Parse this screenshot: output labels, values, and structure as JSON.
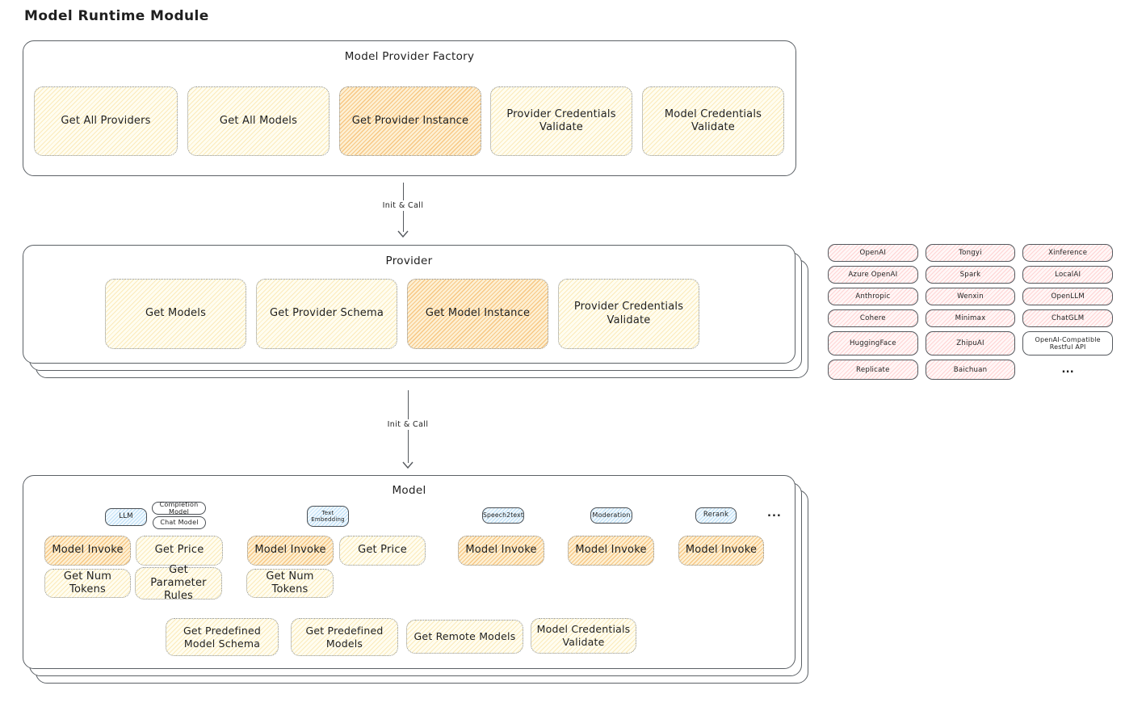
{
  "title": "Model Runtime Module",
  "colors": {
    "function_fill": "#fff9db",
    "highlight_fill": "#ffd8a8",
    "provider_chip_fill": "#ffe3e3",
    "tag_fill": "#d0ebff",
    "stroke": "#55595e"
  },
  "factory": {
    "title": "Model Provider Factory",
    "items": [
      "Get All Providers",
      "Get All Models",
      "Get Provider Instance",
      "Provider Credentials Validate",
      "Model Credentials Validate"
    ]
  },
  "arrows": {
    "label": "Init & Call"
  },
  "provider": {
    "title": "Provider",
    "items": [
      "Get Models",
      "Get Provider Schema",
      "Get Model Instance",
      "Provider Credentials Validate"
    ]
  },
  "providers": {
    "items": [
      "OpenAI",
      "Tongyi",
      "Xinference",
      "Azure OpenAI",
      "Spark",
      "LocalAI",
      "Anthropic",
      "Wenxin",
      "OpenLLM",
      "Cohere",
      "Minimax",
      "ChatGLM",
      "HuggingFace",
      "ZhipuAI",
      "OpenAI-Compatible Restful API",
      "Replicate",
      "Baichuan",
      "..."
    ]
  },
  "model": {
    "title": "Model",
    "tags": {
      "llm": "LLM",
      "completion": "Completion Model",
      "chat": "Chat Model",
      "text_embedding": "Text Embedding",
      "speech2text": "Speech2text",
      "moderation": "Moderation",
      "rerank": "Rerank",
      "more": "..."
    },
    "functions": {
      "model_invoke": "Model Invoke",
      "get_price": "Get Price",
      "get_num_tokens": "Get Num Tokens",
      "get_parameter_rules": "Get Parameter Rules",
      "get_predefined_model_schema": "Get Predefined Model Schema",
      "get_predefined_models": "Get Predefined Models",
      "get_remote_models": "Get Remote Models",
      "model_credentials_validate": "Model Credentials Validate"
    }
  }
}
